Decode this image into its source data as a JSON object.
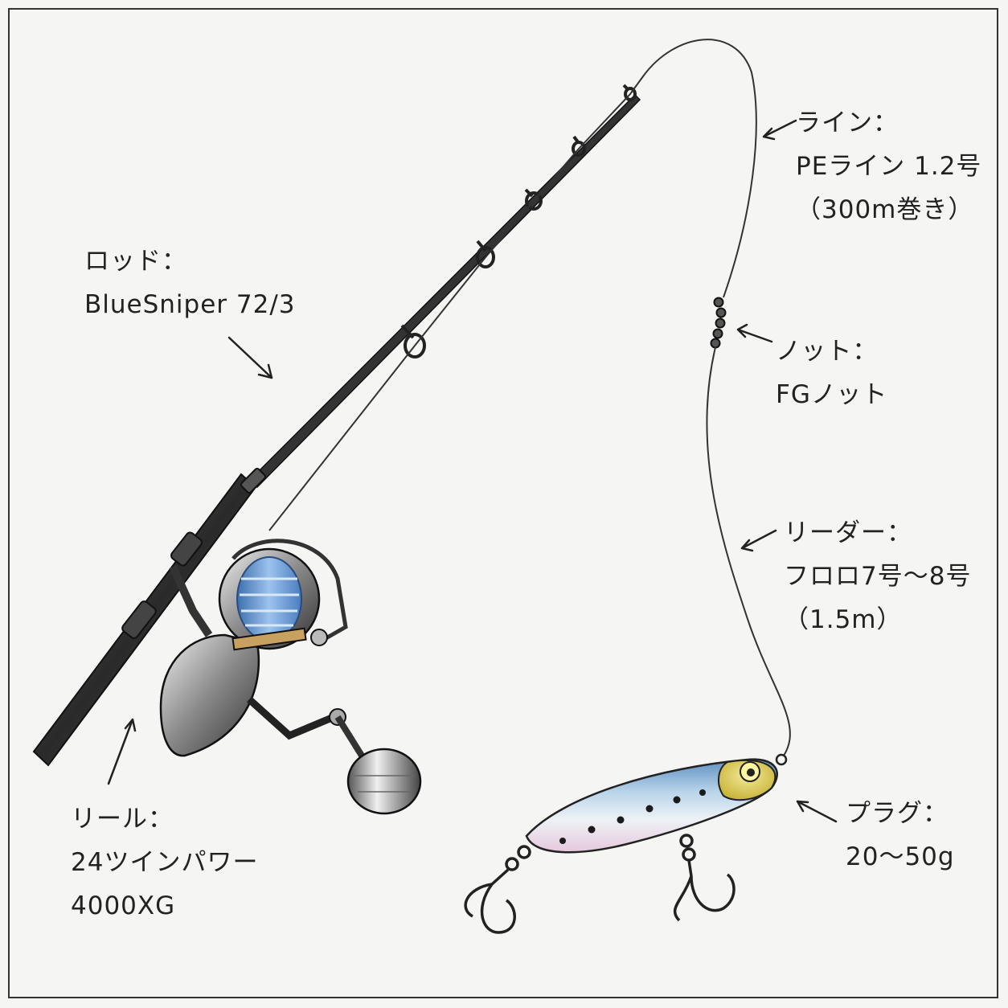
{
  "labels": {
    "rod": {
      "title": "ロッド：",
      "value": "BlueSniper 72/3"
    },
    "line": {
      "title": "ライン：",
      "value": "PEライン 1.2号",
      "note": "（300m巻き）"
    },
    "knot": {
      "title": "ノット：",
      "value": "FGノット"
    },
    "leader": {
      "title": "リーダー：",
      "value": "フロロ7号～8号",
      "note": "（1.5m）"
    },
    "reel": {
      "title": "リール：",
      "value": "24ツインパワー",
      "note": "4000XG"
    },
    "plug": {
      "title": "プラグ：",
      "value": "20～50g"
    }
  },
  "icons": [
    "fishing-rod-icon",
    "spinning-reel-icon",
    "fishing-line-icon",
    "fg-knot-icon",
    "plug-lure-icon",
    "treble-hook-icon",
    "arrow-icon"
  ],
  "colors": {
    "background": "#f5f5f3",
    "ink": "#222222",
    "spool_line": "#6f9fd8",
    "lure_back": "#7fa7c9",
    "lure_head": "#e8d86a",
    "lure_belly": "#e6c8dc"
  }
}
